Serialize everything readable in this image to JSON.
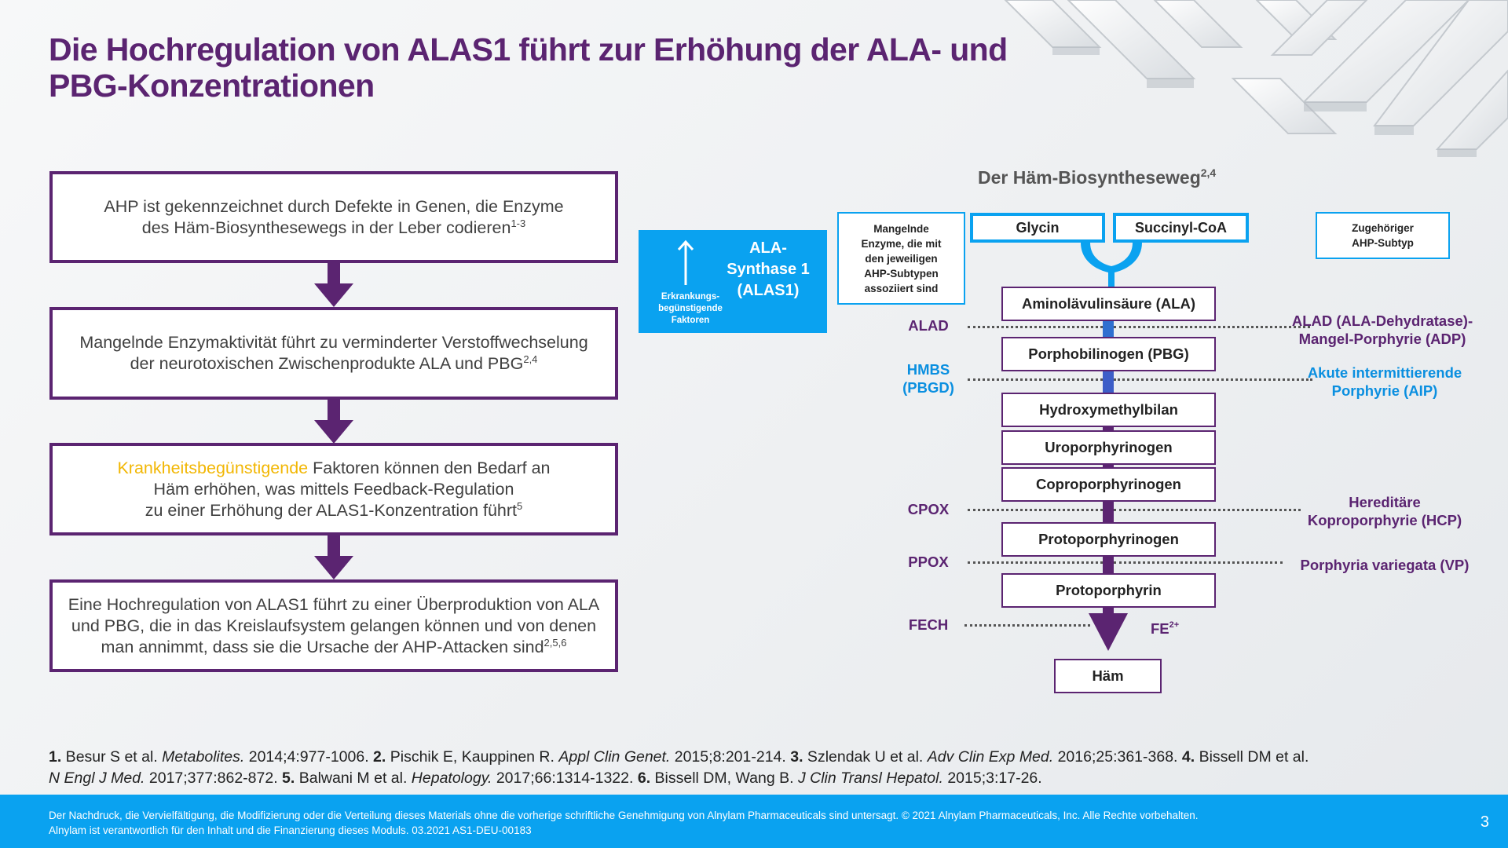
{
  "title": {
    "line1": "Die Hochregulation von ALAS1 führt zur Erhöhung der ALA- und",
    "line2": "PBG-Konzentrationen"
  },
  "flow": [
    {
      "lines": [
        "AHP ist gekennzeichnet durch Defekte in Genen, die Enzyme",
        "des Häm-Biosynthesewegs in der Leber codieren"
      ],
      "sup": "1-3"
    },
    {
      "lines": [
        "Mangelnde Enzymaktivität führt zu verminderter Verstoffwechselung",
        "der neurotoxischen Zwischenprodukte ALA und PBG"
      ],
      "sup": "2,4"
    },
    {
      "highlight": "Krankheitsbegünstigende",
      "line1_rest": " Faktoren können den Bedarf an",
      "lines": [
        "Häm erhöhen, was mittels Feedback-Regulation",
        "zu einer Erhöhung der ALAS1-Konzentration führt"
      ],
      "sup": "5"
    },
    {
      "lines": [
        "Eine Hochregulation von ALAS1 führt zu einer Überproduktion von ALA",
        "und PBG, die in das Kreislaufsystem gelangen können und von denen",
        "man annimmt, dass sie die Ursache der AHP-Attacken sind"
      ],
      "sup": "2,5,6"
    }
  ],
  "alas1": {
    "name_lines": [
      "ALA-",
      "Synthase 1",
      "(ALAS1)"
    ],
    "factors_lines": [
      "Erkrankungs-",
      "begünstigende",
      "Faktoren"
    ]
  },
  "pathway": {
    "title": "Der Häm-Biosyntheseweg",
    "title_sup": "2,4",
    "enzyme_header_lines": [
      "Mangelnde",
      "Enzyme, die mit",
      "den jeweiligen",
      "AHP-Subtypen",
      "assoziiert sind"
    ],
    "subtype_header_lines": [
      "Zugehöriger",
      "AHP-Subtyp"
    ],
    "sources": [
      "Glycin",
      "Succinyl-CoA"
    ],
    "products": [
      "Aminolävulinsäure (ALA)",
      "Porphobilinogen (PBG)",
      "Hydroxymethylbilan",
      "Uroporphyrinogen",
      "Coproporphyrinogen",
      "Protoporphyrinogen",
      "Protoporphyrin"
    ],
    "end_product": "Häm",
    "iron": "FE",
    "iron_sup": "2+",
    "enzymes": [
      {
        "lines": [
          "ALAD"
        ],
        "color": "#5b2471"
      },
      {
        "lines": [
          "HMBS",
          "(PBGD)"
        ],
        "color": "#0a8fe0"
      },
      {
        "lines": [
          "CPOX"
        ],
        "color": "#5b2471"
      },
      {
        "lines": [
          "PPOX"
        ],
        "color": "#5b2471"
      },
      {
        "lines": [
          "FECH"
        ],
        "color": "#5b2471"
      }
    ],
    "subtypes": [
      {
        "lines": [
          "ALAD (ALA-Dehydratase)-",
          "Mangel-Porphyrie (ADP)"
        ],
        "color": "#5b2471"
      },
      {
        "lines": [
          "Akute intermittierende",
          "Porphyrie (AIP)"
        ],
        "color": "#0a8fe0"
      },
      {
        "lines": [
          "Hereditäre",
          "Koproporphyrie (HCP)"
        ],
        "color": "#5b2471"
      },
      {
        "lines": [
          "Porphyria variegata (VP)"
        ],
        "color": "#5b2471"
      }
    ]
  },
  "references": {
    "r1_num": "1.",
    "r1_a": " Besur S et al. ",
    "r1_j": "Metabolites.",
    "r1_b": " 2014;4:977-1006. ",
    "r2_num": "2.",
    "r2_a": " Pischik E, Kauppinen R. ",
    "r2_j": "Appl Clin Genet.",
    "r2_b": " 2015;8:201-214. ",
    "r3_num": "3.",
    "r3_a": " Szlendak U et al. ",
    "r3_j": "Adv Clin Exp Med.",
    "r3_b": " 2016;25:361-368. ",
    "r4_num": "4.",
    "r4_a": " Bissell DM et al.",
    "r4_j": "N Engl J Med.",
    "r4_b": " 2017;377:862-872. ",
    "r5_num": "5.",
    "r5_a": " Balwani M et al. ",
    "r5_j": "Hepatology.",
    "r5_b": " 2017;66:1314-1322. ",
    "r6_num": "6.",
    "r6_a": " Bissell DM, Wang B. ",
    "r6_j": "J Clin Transl Hepatol.",
    "r6_b": " 2015;3:17-26."
  },
  "footer": {
    "legal_line1": "Der Nachdruck, die Vervielfältigung, die Modifizierung oder die Verteilung dieses Materials ohne die vorherige schriftliche Genehmigung von Alnylam Pharmaceuticals sind untersagt. © 2021 Alnylam Pharmaceuticals, Inc. Alle Rechte vorbehalten.",
    "legal_line2": "Alnylam ist verantwortlich für den Inhalt und die Finanzierung dieses Moduls. 03.2021 AS1-DEU-00183",
    "page_number": "3"
  },
  "colors": {
    "purple": "#5b2471",
    "blue": "#0aa2f0",
    "highlight": "#f2b705"
  }
}
